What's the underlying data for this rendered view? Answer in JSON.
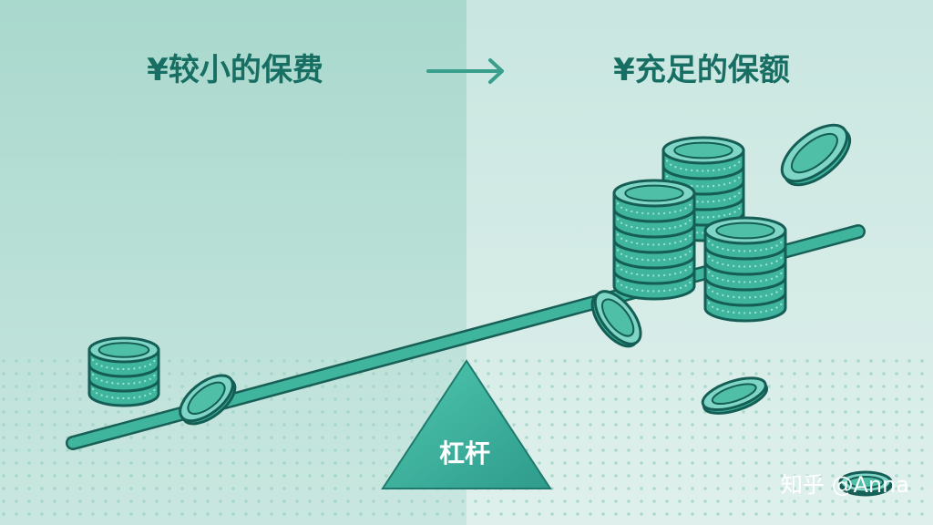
{
  "headline": {
    "left": "¥较小的保费",
    "right": "¥充足的保额"
  },
  "fulcrum_label": "杠杆",
  "watermark": "知乎 @Anna",
  "colors": {
    "background_left": "#b5dcd4",
    "background_right": "#d4ebe6",
    "teal": "#3fb59e",
    "dark_teal": "#176e63",
    "outline": "#155e55"
  },
  "icons": [
    "arrow-right-icon",
    "coin-stack-icon",
    "coin-icon",
    "fulcrum-icon",
    "lever-beam-icon"
  ]
}
